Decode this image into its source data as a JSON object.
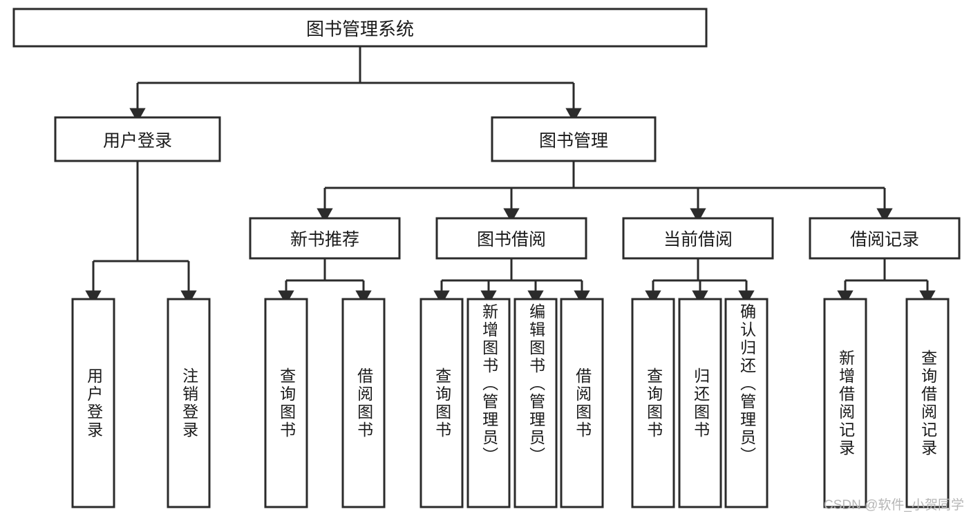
{
  "diagram": {
    "type": "hierarchy-tree",
    "title": "图书管理系统",
    "watermark": "CSDN @软件_小贺同学",
    "colors": {
      "stroke": "#2b2b2b",
      "fill": "#ffffff",
      "text": "#1a1a1a",
      "watermark": "#b6b6b6",
      "background": "#ffffff"
    },
    "levels": {
      "root": "图书管理系统",
      "level2": [
        "用户登录",
        "图书管理"
      ],
      "level3": [
        "新书推荐",
        "图书借阅",
        "当前借阅",
        "借阅记录"
      ],
      "level4": [
        "用户登录",
        "注销登录",
        "查询图书",
        "借阅图书",
        "查询图书",
        "新增图书（管理员）",
        "编辑图书（管理员）",
        "借阅图书",
        "查询图书",
        "归还图书",
        "确认归还（管理员）",
        "新增借阅记录",
        "查询借阅记录"
      ]
    },
    "nodes": {
      "root": {
        "label": "图书管理系统"
      },
      "user_login": {
        "label": "用户登录"
      },
      "book_manage": {
        "label": "图书管理"
      },
      "new_book_rec": {
        "label": "新书推荐"
      },
      "book_borrow": {
        "label": "图书借阅"
      },
      "current_borrow": {
        "label": "当前借阅"
      },
      "borrow_record": {
        "label": "借阅记录"
      },
      "leaf_user_login": {
        "label": "用户登录"
      },
      "leaf_logout": {
        "label": "注销登录"
      },
      "leaf_query_book_1": {
        "label": "查询图书"
      },
      "leaf_borrow_book_1": {
        "label": "借阅图书"
      },
      "leaf_query_book_2": {
        "label": "查询图书"
      },
      "leaf_add_book": {
        "label": "新增图书（管理员）"
      },
      "leaf_edit_book": {
        "label": "编辑图书（管理员）"
      },
      "leaf_borrow_book_2": {
        "label": "借阅图书"
      },
      "leaf_query_book_3": {
        "label": "查询图书"
      },
      "leaf_return_book": {
        "label": "归还图书"
      },
      "leaf_confirm_return": {
        "label": "确认归还（管理员）"
      },
      "leaf_add_record": {
        "label": "新增借阅记录"
      },
      "leaf_query_record": {
        "label": "查询借阅记录"
      }
    },
    "edges": [
      {
        "from": "root",
        "to": "user_login"
      },
      {
        "from": "root",
        "to": "book_manage"
      },
      {
        "from": "user_login",
        "to": "leaf_user_login"
      },
      {
        "from": "user_login",
        "to": "leaf_logout"
      },
      {
        "from": "book_manage",
        "to": "new_book_rec"
      },
      {
        "from": "book_manage",
        "to": "book_borrow"
      },
      {
        "from": "book_manage",
        "to": "current_borrow"
      },
      {
        "from": "book_manage",
        "to": "borrow_record"
      },
      {
        "from": "new_book_rec",
        "to": "leaf_query_book_1"
      },
      {
        "from": "new_book_rec",
        "to": "leaf_borrow_book_1"
      },
      {
        "from": "book_borrow",
        "to": "leaf_query_book_2"
      },
      {
        "from": "book_borrow",
        "to": "leaf_add_book"
      },
      {
        "from": "book_borrow",
        "to": "leaf_edit_book"
      },
      {
        "from": "book_borrow",
        "to": "leaf_borrow_book_2"
      },
      {
        "from": "current_borrow",
        "to": "leaf_query_book_3"
      },
      {
        "from": "current_borrow",
        "to": "leaf_return_book"
      },
      {
        "from": "current_borrow",
        "to": "leaf_confirm_return"
      },
      {
        "from": "borrow_record",
        "to": "leaf_add_record"
      },
      {
        "from": "borrow_record",
        "to": "leaf_query_record"
      }
    ]
  }
}
